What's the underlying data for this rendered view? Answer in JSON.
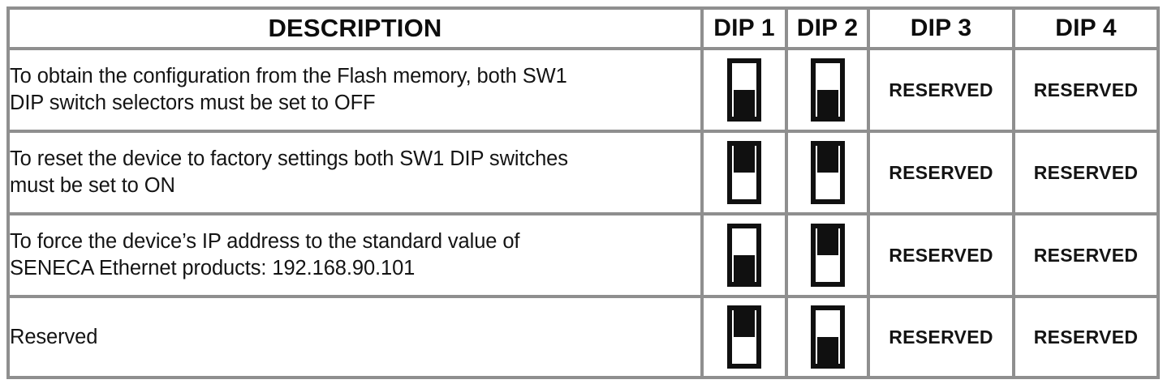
{
  "table": {
    "headers": [
      {
        "id": "description",
        "label": "DESCRIPTION"
      },
      {
        "id": "dip1",
        "label": "DIP 1"
      },
      {
        "id": "dip2",
        "label": "DIP 2"
      },
      {
        "id": "dip3",
        "label": "DIP 3"
      },
      {
        "id": "dip4",
        "label": "DIP 4"
      }
    ],
    "rows": [
      {
        "description_line1": "To obtain the configuration from the Flash memory, both SW1",
        "description_line2": "DIP switch selectors must be set to OFF",
        "dip1_state": "OFF",
        "dip2_state": "OFF",
        "dip3": "RESERVED",
        "dip4": "RESERVED"
      },
      {
        "description_line1": "To reset the device to factory settings both SW1 DIP switches",
        "description_line2": "must be set to ON",
        "dip1_state": "ON",
        "dip2_state": "ON",
        "dip3": "RESERVED",
        "dip4": "RESERVED"
      },
      {
        "description_line1": "To force the device’s IP address to the standard value of",
        "description_line2": "SENECA Ethernet products: 192.168.90.101",
        "dip1_state": "OFF",
        "dip2_state": "ON",
        "dip3": "RESERVED",
        "dip4": "RESERVED"
      },
      {
        "description_line1": "Reserved",
        "description_line2": "",
        "dip1_state": "ON",
        "dip2_state": "OFF",
        "dip3": "RESERVED",
        "dip4": "RESERVED"
      }
    ]
  },
  "colors": {
    "border": "#8f8f8f",
    "text": "#141414",
    "switch_body": "#101010",
    "switch_fill": "#ffffff",
    "background": "#ffffff"
  },
  "artifact": {
    "clipped_text_above_table": ""
  }
}
